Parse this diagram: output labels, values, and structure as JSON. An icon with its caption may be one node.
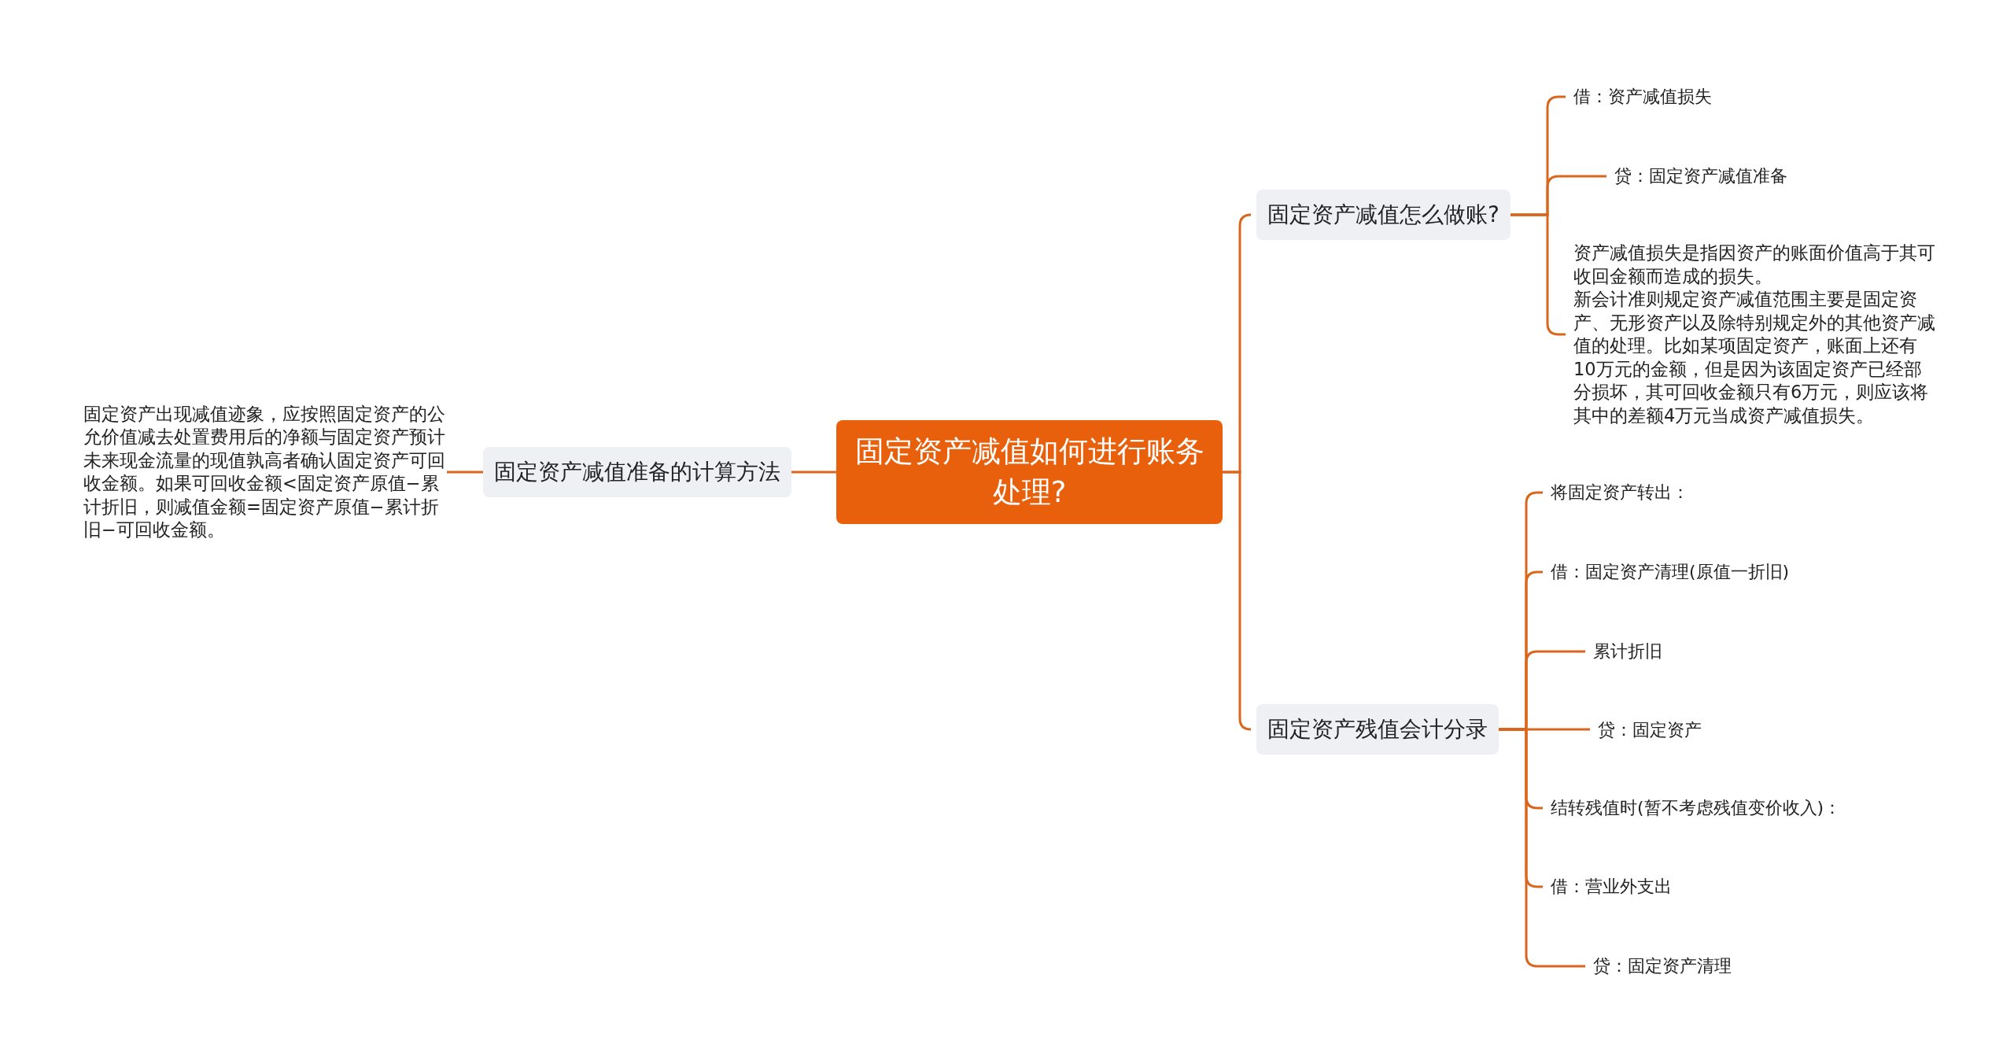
{
  "diagram": {
    "nodes": [
      {
        "text": [
          "固定资产减值如何进行账务处理?"
        ]
      },
      {
        "text": [
          "固定资产减值准备的计算方法"
        ]
      },
      {
        "text": [
          "固定资产出现减值迹象，应按照固定资产的公允价值减去处置费用后的净额与固定资产预计未来现金流量的现值孰高者确认固定资产可回收金额。如果可回收金额<固定资产原值−累计折旧，则减值金额=固定资产原值−累计折旧−可回收金额。"
        ]
      },
      {
        "text": [
          "固定资产减值怎么做账?"
        ]
      },
      {
        "text": [
          "借：资产减值损失"
        ]
      },
      {
        "text": [
          "贷：固定资产减值准备"
        ]
      },
      {
        "text": [
          "资产减值损失是指因资产的账面价值高于其可收回金额而造成的损失。",
          "新会计准则规定资产减值范围主要是固定资产、无形资产以及除特别规定外的其他资产减值的处理。比如某项固定资产，账面上还有10万元的金额，但是因为该固定资产已经部分损坏，其可回收金额只有6万元，则应该将其中的差额4万元当成资产减值损失。"
        ]
      },
      {
        "text": [
          "固定资产残值会计分录"
        ]
      },
      {
        "text": [
          "将固定资产转出："
        ]
      },
      {
        "text": [
          "借：固定资产清理(原值一折旧)"
        ]
      },
      {
        "text": [
          "累计折旧"
        ]
      },
      {
        "text": [
          "贷：固定资产"
        ]
      },
      {
        "text": [
          "结转残值时(暂不考虑残值变价收入)："
        ]
      },
      {
        "text": [
          "借：营业外支出"
        ]
      },
      {
        "text": [
          "贷：固定资产清理"
        ]
      }
    ],
    "edges": [
      {
        "from": 0,
        "to": 1,
        "arrow": "none"
      },
      {
        "from": 1,
        "to": 2,
        "arrow": "none"
      },
      {
        "from": 0,
        "to": 3,
        "arrow": "none"
      },
      {
        "from": 0,
        "to": 7,
        "arrow": "none"
      },
      {
        "from": 3,
        "to": 4,
        "arrow": "none"
      },
      {
        "from": 3,
        "to": 5,
        "arrow": "none"
      },
      {
        "from": 3,
        "to": 6,
        "arrow": "none"
      },
      {
        "from": 7,
        "to": 8,
        "arrow": "none"
      },
      {
        "from": 7,
        "to": 9,
        "arrow": "none"
      },
      {
        "from": 7,
        "to": 10,
        "arrow": "none"
      },
      {
        "from": 7,
        "to": 11,
        "arrow": "none"
      },
      {
        "from": 7,
        "to": 12,
        "arrow": "none"
      },
      {
        "from": 7,
        "to": 13,
        "arrow": "none"
      },
      {
        "from": 7,
        "to": 14,
        "arrow": "none"
      }
    ]
  }
}
